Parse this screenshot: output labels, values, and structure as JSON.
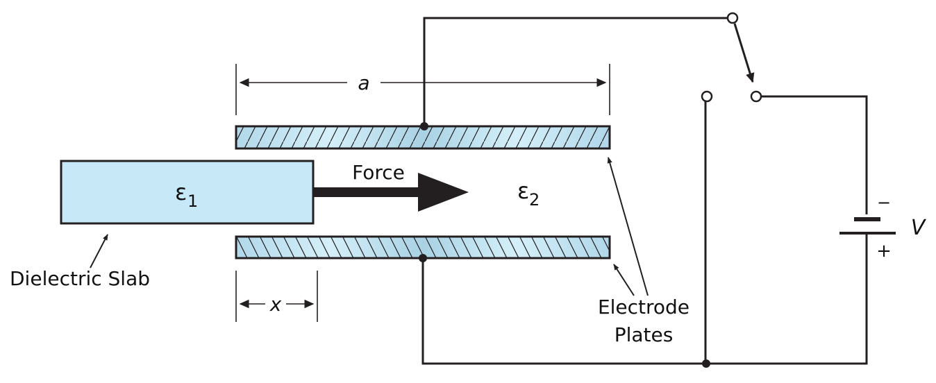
{
  "diagram": {
    "title": "Dielectric slab force between electrode plates",
    "colors": {
      "line": "#231f20",
      "slab_fill": "#c6e8f7",
      "plate_fill": "#b6dcec",
      "plate_fill_light": "#d2eef9",
      "background": "#ffffff"
    },
    "labels": {
      "dimension_a": "a",
      "dimension_x": "x",
      "force": "Force",
      "epsilon1_symbol": "ε",
      "epsilon1_sub": "1",
      "epsilon2_symbol": "ε",
      "epsilon2_sub": "2",
      "dielectric_slab": "Dielectric Slab",
      "electrode_line1": "Electrode",
      "electrode_line2": "Plates",
      "battery_minus": "−",
      "battery_plus": "+",
      "voltage": "V"
    },
    "components": [
      {
        "name": "dielectric-slab",
        "permittivity": "ε1"
      },
      {
        "name": "upper-electrode-plate"
      },
      {
        "name": "lower-electrode-plate"
      },
      {
        "name": "switch",
        "state": "closed to battery terminal"
      },
      {
        "name": "battery",
        "label": "V"
      }
    ]
  }
}
